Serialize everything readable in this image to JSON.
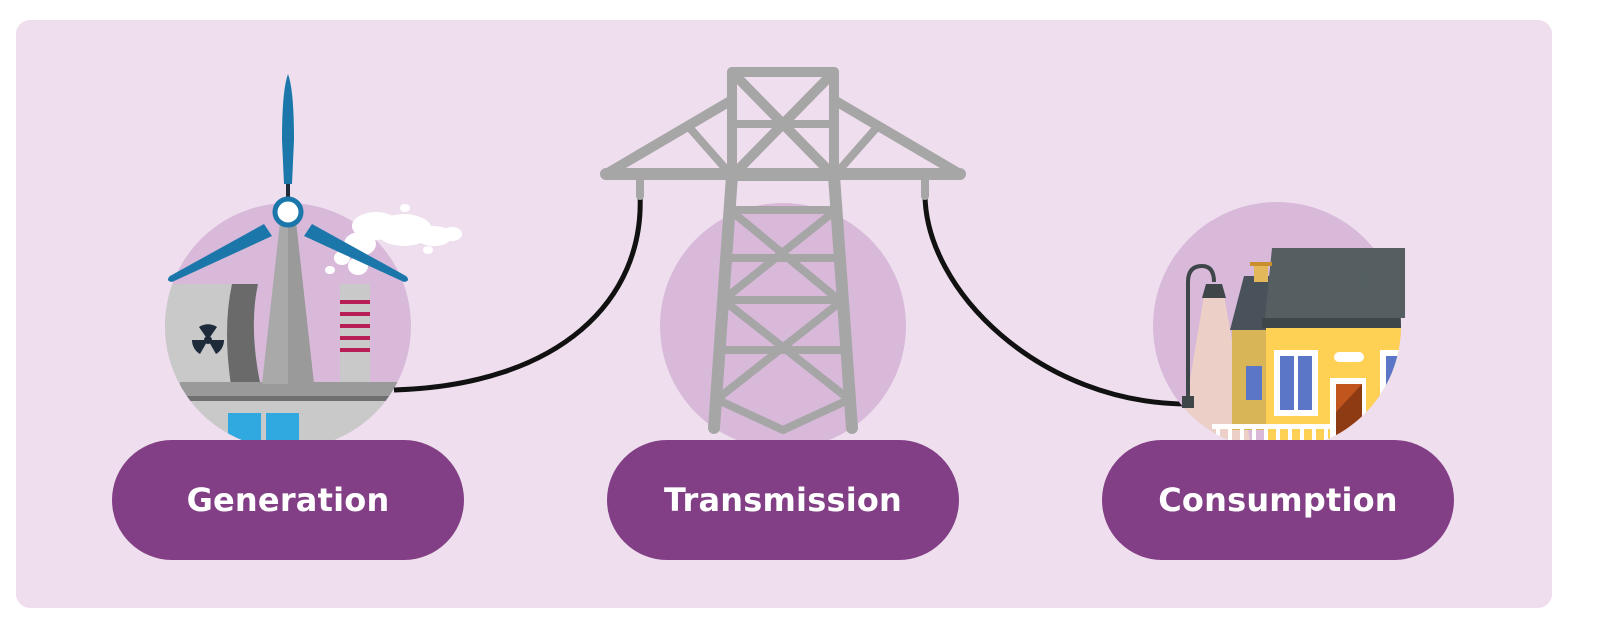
{
  "stages": [
    {
      "id": "generation",
      "label": "Generation"
    },
    {
      "id": "transmission",
      "label": "Transmission"
    },
    {
      "id": "consumption",
      "label": "Consumption"
    }
  ],
  "colors": {
    "background": "#efdfee",
    "circle": "#d8b9da",
    "pill": "#823f86",
    "pill_text": "#ffffff",
    "cable": "#111111",
    "tower": "#a6a6a6",
    "turbine_blade": "#1b77aa",
    "house_wall": "#fed054",
    "roof": "#555f62"
  },
  "icons": [
    "wind-turbine-icon",
    "nuclear-cooling-tower-icon",
    "smokestack-icon",
    "power-pylon-icon",
    "house-icon",
    "street-lamp-icon"
  ]
}
